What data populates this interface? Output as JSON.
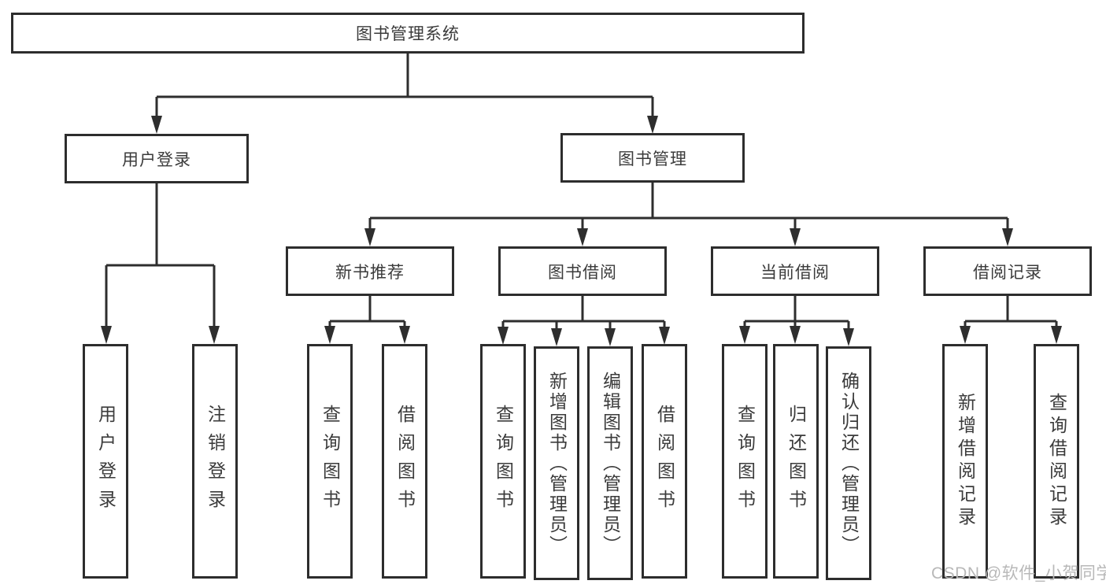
{
  "diagram": {
    "root": "图书管理系统",
    "user_login": {
      "label": "用户登录",
      "children": [
        "用户登录",
        "注销登录"
      ]
    },
    "book_management": {
      "label": "图书管理",
      "modules": [
        {
          "label": "新书推荐",
          "children": [
            "查询图书",
            "借阅图书"
          ]
        },
        {
          "label": "图书借阅",
          "children": [
            "查询图书",
            "新增图书（管理员）",
            "编辑图书（管理员）",
            "借阅图书"
          ]
        },
        {
          "label": "当前借阅",
          "children": [
            "查询图书",
            "归还图书",
            "确认归还（管理员）"
          ]
        },
        {
          "label": "借阅记录",
          "children": [
            "新增借阅记录",
            "查询借阅记录"
          ]
        }
      ]
    }
  },
  "watermark": "CSDN @软件_小贺同学",
  "colors": {
    "line": "#2e2e2e",
    "box_border": "#2d2d2d",
    "text": "#3b3b3b",
    "watermark": "#b8b8b8",
    "background": "#ffffff"
  }
}
